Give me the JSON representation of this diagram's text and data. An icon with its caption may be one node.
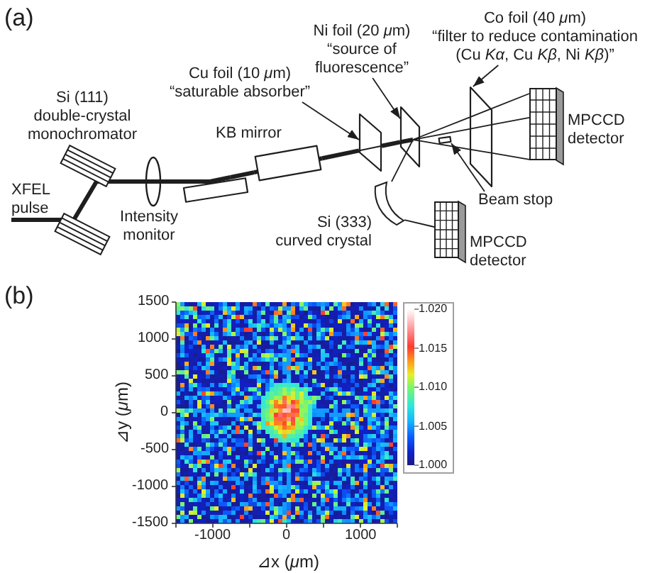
{
  "diagram": {
    "nodes": [
      {
        "text": [
          "Cu foil (10 μm)",
          "“saturable absorber”"
        ]
      },
      {
        "text": [
          "Ni foil (20 μm)",
          "“source of fluorescence”"
        ]
      },
      {
        "text": [
          "Co foil (40 μm)",
          "“filter to reduce contamination (Cu *Kα*, Cu *Kβ*, Ni *Kβ*)”"
        ]
      },
      {
        "text": [],
        "shape": "parallelogram"
      },
      {
        "text": [],
        "shape": "parallelogram"
      },
      {
        "text": [],
        "shape": "parallelogram"
      },
      {
        "text": [],
        "shape": "box"
      },
      {
        "text": [
          "Beam stop"
        ]
      },
      {
        "text": [],
        "shape": "picture",
        "beside": [
          "Si (111) double-crystal monochromator"
        ]
      },
      {
        "text": [],
        "shape": "ellipse",
        "beside": [
          "Intensity monitor"
        ]
      },
      {
        "text": [],
        "shape": "box"
      },
      {
        "text": [],
        "shape": "box",
        "beside": [
          "KB mirror"
        ]
      },
      {
        "text": [],
        "shape": "grid",
        "beside": [
          "MPCCD detector"
        ]
      },
      {
        "text": [],
        "shape": "picture",
        "beside": [
          "Si (333) curved crystal"
        ]
      },
      {
        "text": [],
        "shape": "grid",
        "beside": [
          "MPCCD detector"
        ]
      },
      {
        "text": [
          "XFEL pulse"
        ]
      }
    ],
    "edges": [
      {
        "from": 0,
        "to": 3,
        "arrow": "to"
      },
      {
        "from": 1,
        "to": 4,
        "arrow": "to"
      },
      {
        "from": 2,
        "to": 5,
        "arrow": "to"
      },
      {
        "from": 7,
        "to": 6,
        "arrow": "to"
      },
      {
        "from": 15,
        "to": 8,
        "arrow": "none",
        "style": "thick"
      },
      {
        "from": 8,
        "to": 9,
        "arrow": "none",
        "style": "thick"
      },
      {
        "from": 9,
        "to": 10,
        "arrow": "none",
        "style": "thick"
      },
      {
        "from": 10,
        "to": 11,
        "arrow": "none",
        "style": "thick"
      },
      {
        "from": 11,
        "to": 3,
        "arrow": "none",
        "style": "thick"
      },
      {
        "from": 3,
        "to": 4,
        "arrow": "none",
        "style": "thick"
      },
      {
        "from": 4,
        "to": 5,
        "arrow": "none"
      },
      {
        "from": 4,
        "to": 5,
        "arrow": "none"
      },
      {
        "from": 4,
        "to": 5,
        "arrow": "none"
      },
      {
        "from": 5,
        "to": 12,
        "arrow": "none"
      },
      {
        "from": 5,
        "to": 12,
        "arrow": "none"
      },
      {
        "from": 5,
        "to": 12,
        "arrow": "none"
      },
      {
        "from": 4,
        "to": 13,
        "arrow": "none"
      },
      {
        "from": 13,
        "to": 14,
        "arrow": "none"
      }
    ],
    "labels": [
      "(a)",
      "(b)",
      "1500",
      "1000",
      "500",
      "0",
      "-500",
      "-1000",
      "-1500",
      "1.020",
      "1.015",
      "1.010",
      "1.005",
      "1.000",
      "⊿y (μm)",
      "-1000",
      "0",
      "1000",
      "⊿x (μm)"
    ]
  }
}
